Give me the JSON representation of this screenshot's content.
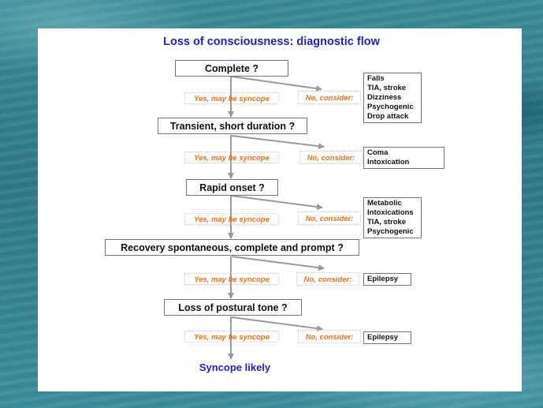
{
  "title": "Loss of consciousness: diagnostic flow",
  "questions": [
    {
      "label": "Complete ?"
    },
    {
      "label": "Transient, short duration ?"
    },
    {
      "label": "Rapid onset ?"
    },
    {
      "label": "Recovery spontaneous, complete and prompt ?"
    },
    {
      "label": "Loss of postural tone ?"
    }
  ],
  "yes_label": "Yes, may be syncope",
  "no_label": "No, consider:",
  "considerations": [
    {
      "items": [
        "Falls",
        "TIA, stroke",
        "Dizziness",
        "Psychogenic",
        "Drop attack"
      ]
    },
    {
      "items": [
        "Coma",
        "Intoxication"
      ]
    },
    {
      "items": [
        "Metabolic",
        "Intoxications",
        "TIA, stroke",
        "Psychogenic"
      ]
    },
    {
      "items": [
        "Epilepsy"
      ]
    },
    {
      "items": [
        "Epilepsy"
      ]
    }
  ],
  "conclusion": "Syncope likely",
  "colors": {
    "title": "#1f24b8",
    "answer_text": "#e8721c",
    "arrow": "#999999"
  }
}
